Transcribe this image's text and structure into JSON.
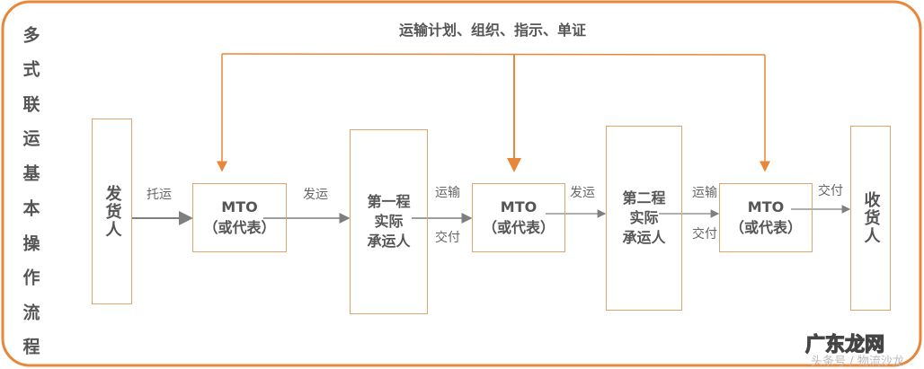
{
  "side_title": [
    "多",
    "式",
    "联",
    "运",
    "基",
    "本",
    "操",
    "作",
    "流",
    "程"
  ],
  "top_label": "运输计划、组织、指示、单证",
  "nodes": {
    "shipper": "发货人",
    "mto1": {
      "line1": "MTO",
      "line2": "（或代表）"
    },
    "carrier1": {
      "line1": "第一程",
      "line2": "实际",
      "line3": "承运人"
    },
    "mto2": {
      "line1": "MTO",
      "line2": "（或代表）"
    },
    "carrier2": {
      "line1": "第二程",
      "line2": "实际",
      "line3": "承运人"
    },
    "mto3": {
      "line1": "MTO",
      "line2": "（或代表）"
    },
    "consignee": "收货人"
  },
  "edge_labels": {
    "consign": "托运",
    "dispatch1": "发运",
    "transport1": "运输",
    "deliver1": "交付",
    "dispatch2": "发运",
    "transport2": "运输",
    "deliver2": "交付",
    "deliver3": "交付"
  },
  "watermark": {
    "logo": "广东龙网",
    "source": "头条号 / 物流沙龙"
  },
  "colors": {
    "border": "#E8873A",
    "box_border": "#E0A56A",
    "arrow": "#7F7F7F",
    "text": "#595959"
  }
}
